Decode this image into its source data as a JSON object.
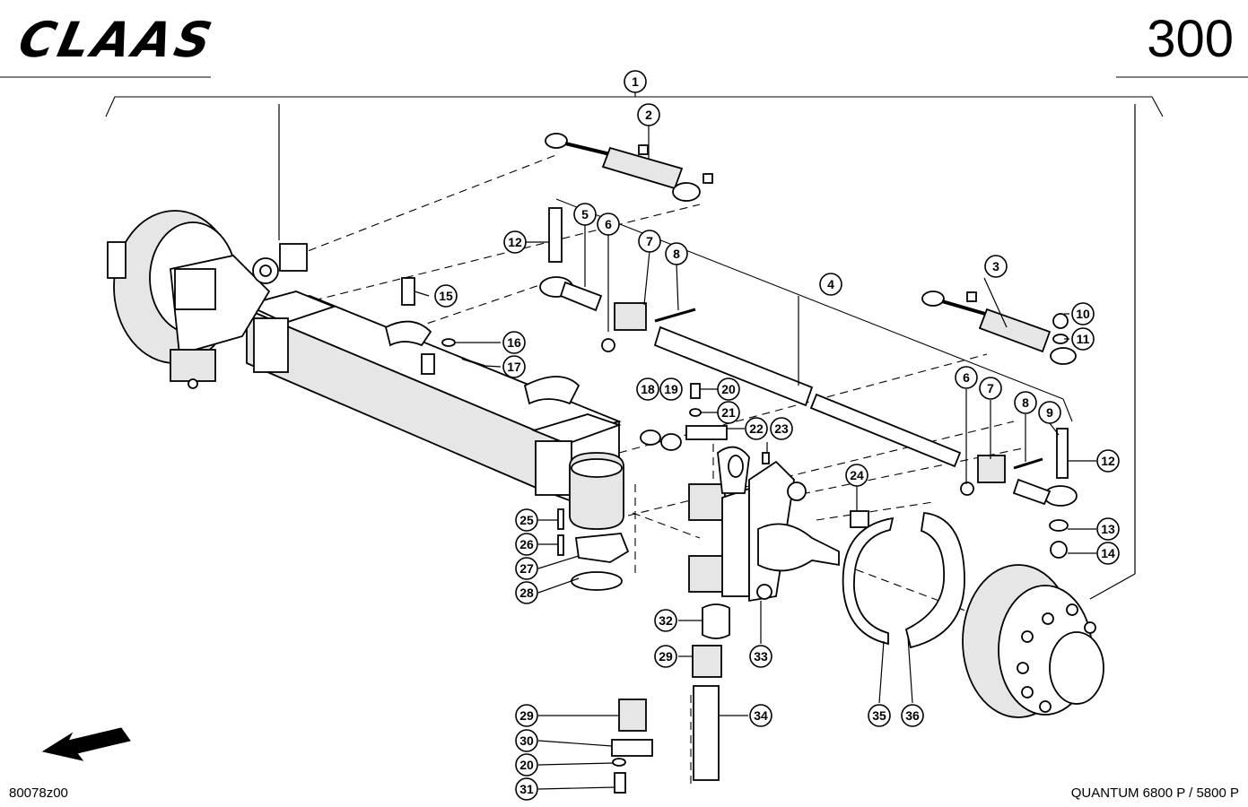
{
  "header": {
    "brand": "CLAAS",
    "page_number": "300"
  },
  "footer": {
    "drawing_code": "80078z00",
    "model": "QUANTUM 6800 P / 5800 P"
  },
  "callouts": [
    "1",
    "2",
    "3",
    "4",
    "5",
    "6",
    "7",
    "8",
    "9",
    "10",
    "11",
    "12",
    "13",
    "14",
    "15",
    "16",
    "17",
    "18",
    "19",
    "20",
    "21",
    "22",
    "23",
    "24",
    "25",
    "26",
    "27",
    "28",
    "29",
    "30",
    "31",
    "32",
    "33",
    "34",
    "35",
    "36"
  ],
  "icons": {
    "direction_arrow": "front-direction-arrow-icon"
  }
}
